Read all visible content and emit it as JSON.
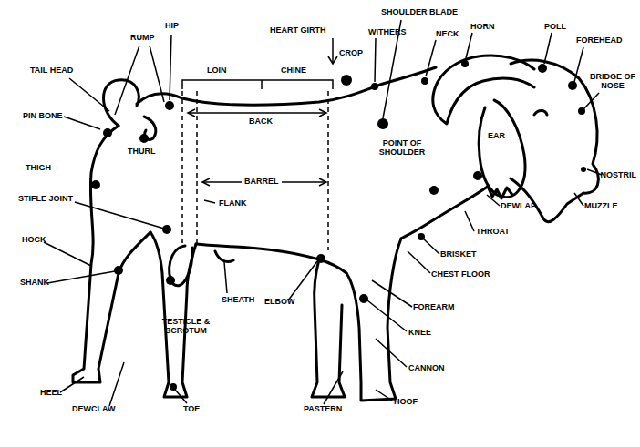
{
  "diagram": {
    "labels": [
      "HIP",
      "RUMP",
      "HEART GIRTH",
      "SHOULDER BLADE",
      "WITHERS",
      "NECK",
      "HORN",
      "POLL",
      "FOREHEAD",
      "TAIL HEAD",
      "LOIN",
      "CHINE",
      "CROP",
      "BRIDGE OF NOSE",
      "PIN BONE",
      "BACK",
      "THURL",
      "EAR",
      "POINT OF SHOULDER",
      "NOSTRIL",
      "THIGH",
      "BARREL",
      "FLANK",
      "DEWLAP",
      "MUZZLE",
      "STIFLE JOINT",
      "THROAT",
      "BRISKET",
      "HOCK",
      "CHEST FLOOR",
      "SHANK",
      "SHEATH",
      "ELBOW",
      "FOREARM",
      "TESTICLE & SCROTUM",
      "KNEE",
      "CANNON",
      "HEEL",
      "DEWCLAW",
      "TOE",
      "PASTERN",
      "HOOF"
    ]
  }
}
